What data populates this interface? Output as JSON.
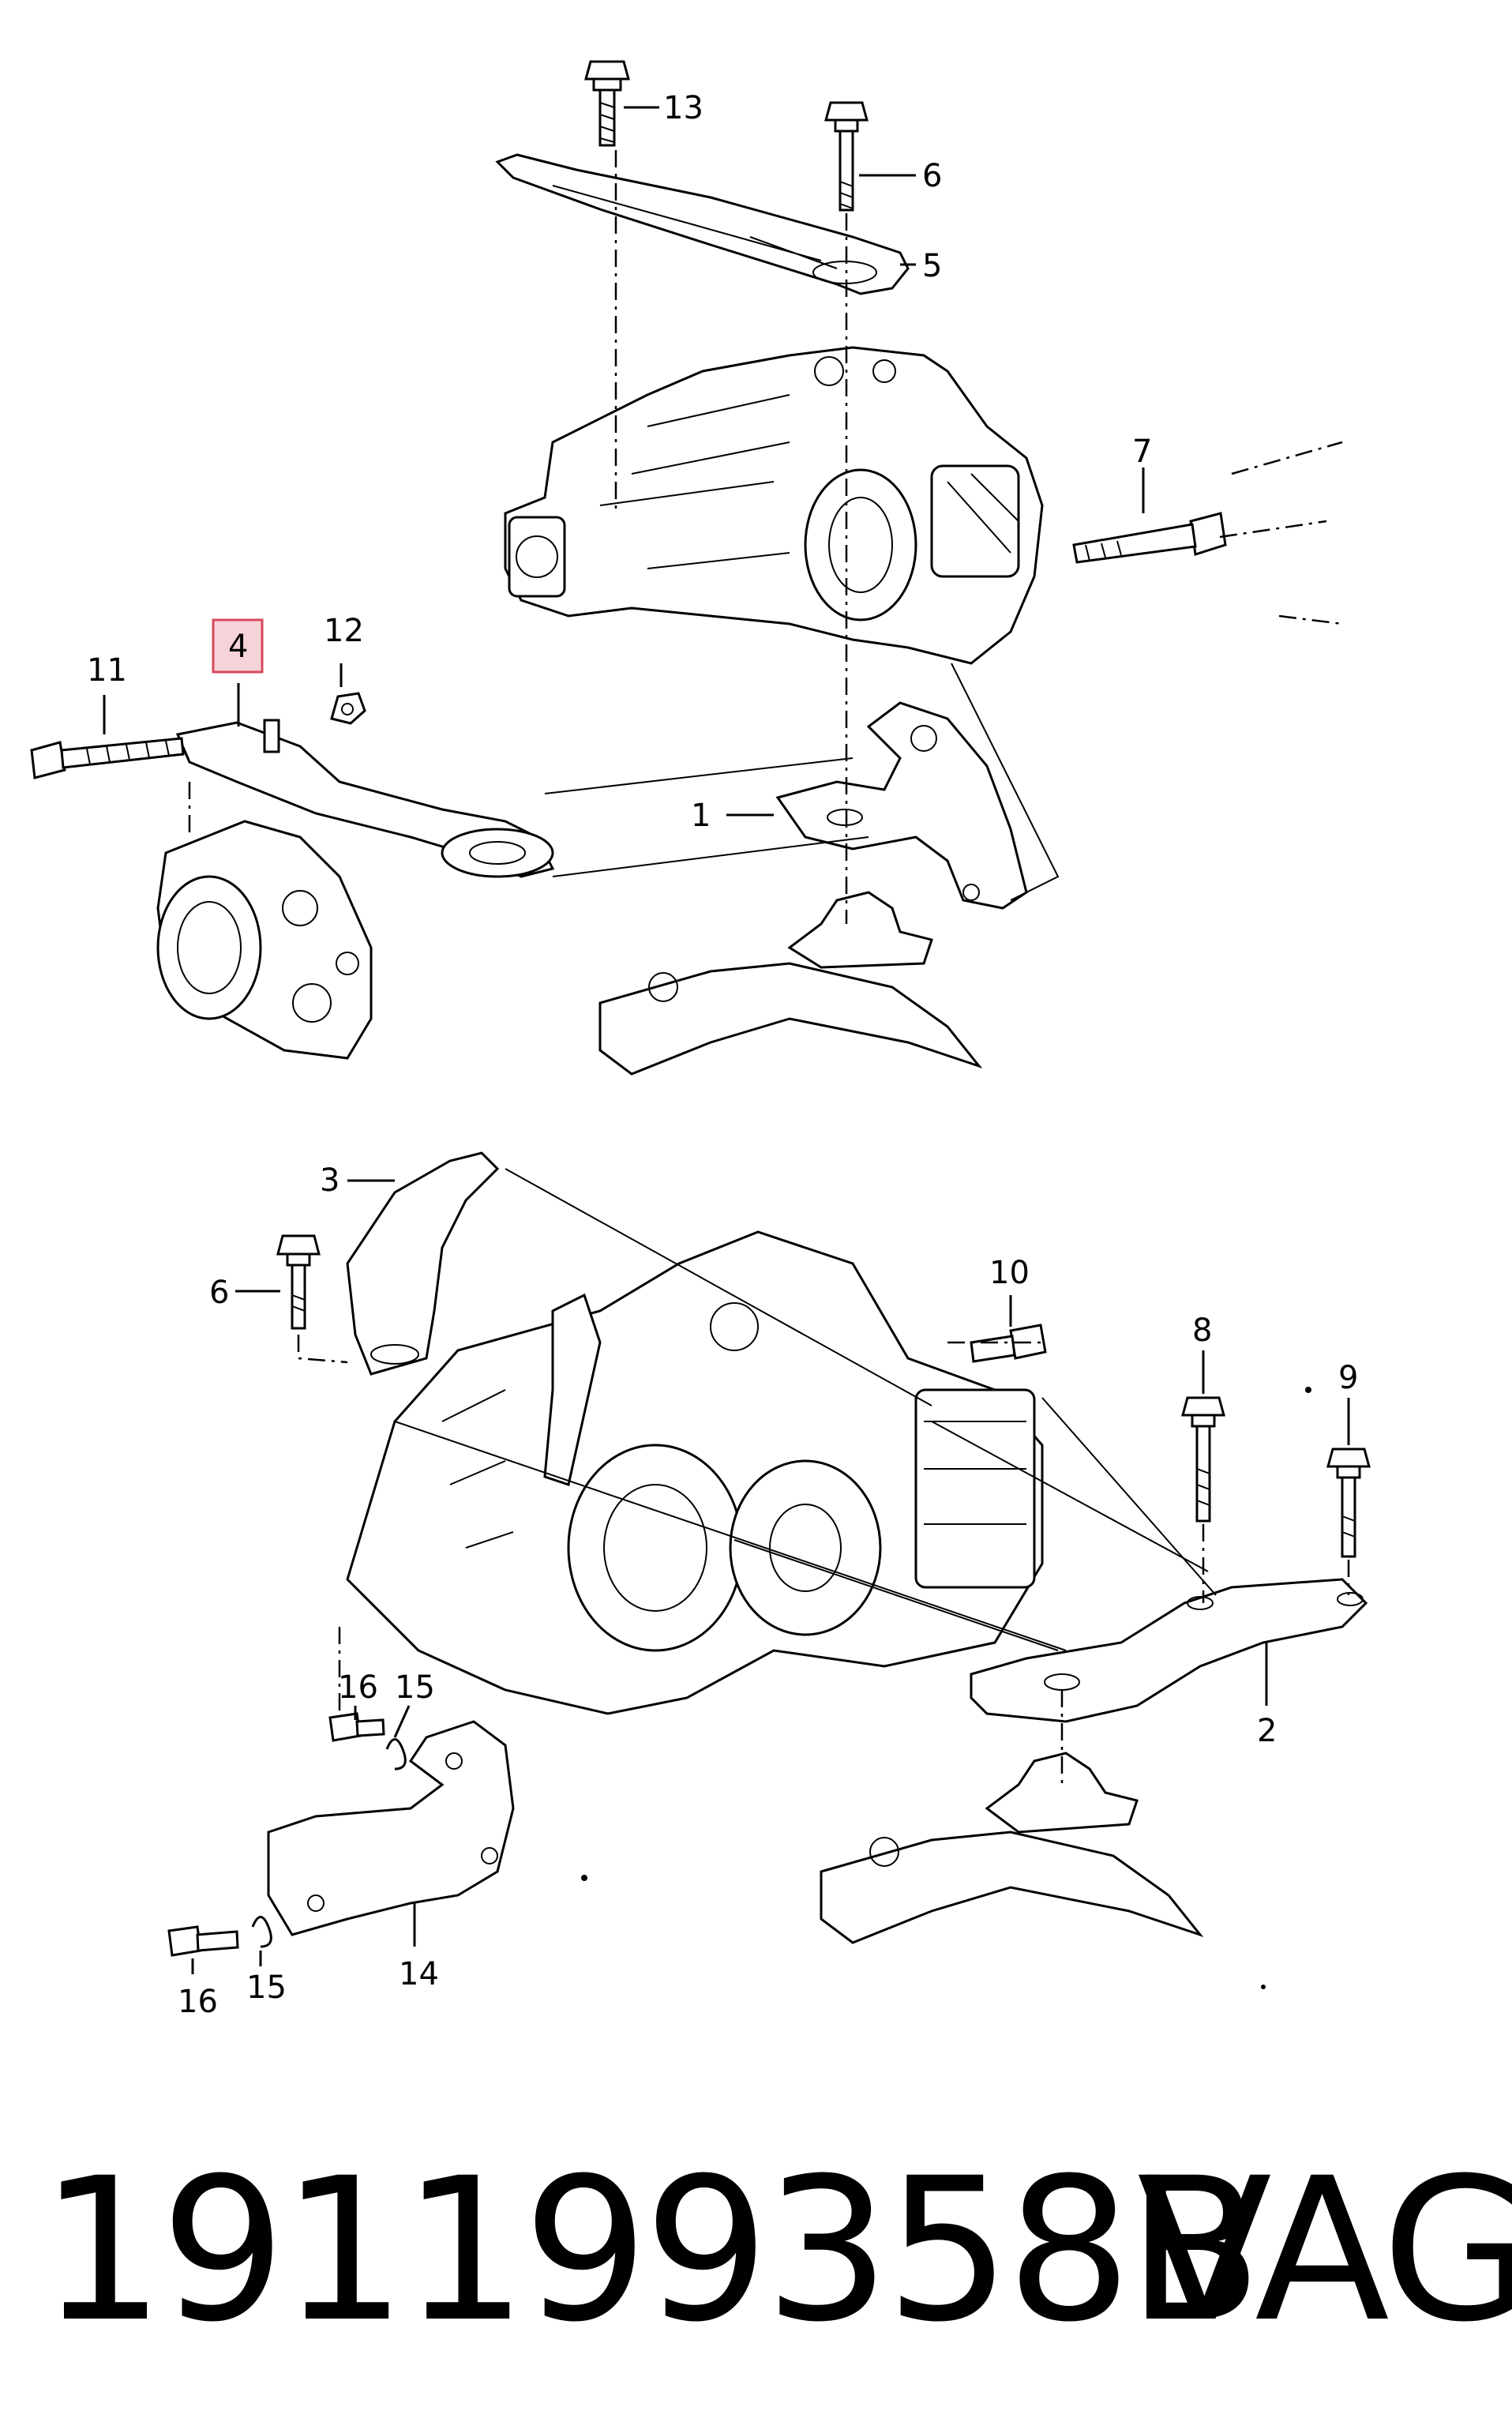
{
  "diagram": {
    "callouts": [
      {
        "id": "13",
        "label": "13"
      },
      {
        "id": "6a",
        "label": "6"
      },
      {
        "id": "5",
        "label": "5"
      },
      {
        "id": "7",
        "label": "7"
      },
      {
        "id": "12",
        "label": "12"
      },
      {
        "id": "4",
        "label": "4",
        "highlighted": true
      },
      {
        "id": "11",
        "label": "11"
      },
      {
        "id": "1",
        "label": "1"
      },
      {
        "id": "3",
        "label": "3"
      },
      {
        "id": "10",
        "label": "10"
      },
      {
        "id": "6b",
        "label": "6"
      },
      {
        "id": "8",
        "label": "8"
      },
      {
        "id": "9",
        "label": "9"
      },
      {
        "id": "16a",
        "label": "16"
      },
      {
        "id": "15a",
        "label": "15"
      },
      {
        "id": "2",
        "label": "2"
      },
      {
        "id": "14",
        "label": "14"
      },
      {
        "id": "16b",
        "label": "16"
      },
      {
        "id": "15b",
        "label": "15"
      }
    ],
    "highlight_color": "#d9485c"
  },
  "footer": {
    "part_number": "191199358B",
    "brand": "VAG"
  }
}
